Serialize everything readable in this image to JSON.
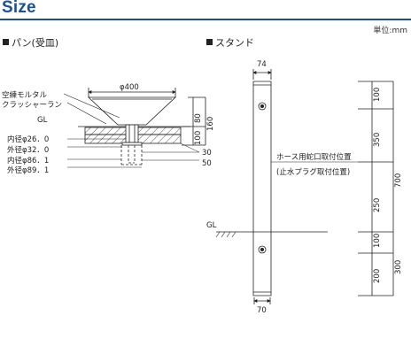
{
  "header": {
    "title": "Size",
    "unit": "単位:mm"
  },
  "pan": {
    "heading": "パン(受皿)",
    "diameter": "φ400",
    "labels": {
      "mortar": "空練モルタル",
      "crusher": "クラッシャーラン",
      "gl": "GL",
      "in26": "内径φ26．0",
      "out32": "外径φ32．0",
      "in86": "内径φ86．1",
      "out89": "外径φ89．1"
    },
    "dims": {
      "d80": "80",
      "d160": "160",
      "d100": "100",
      "d30": "30",
      "d50": "50"
    }
  },
  "stand": {
    "heading": "スタンド",
    "top_width": "74",
    "bottom_width": "70",
    "gl": "GL",
    "note1": "ホース用蛇口取付位置",
    "note2": "(止水プラグ取付位置)",
    "dims": {
      "d100a": "100",
      "d350": "350",
      "d700": "700",
      "d250": "250",
      "d100b": "100",
      "d300": "300",
      "d200": "200"
    }
  }
}
